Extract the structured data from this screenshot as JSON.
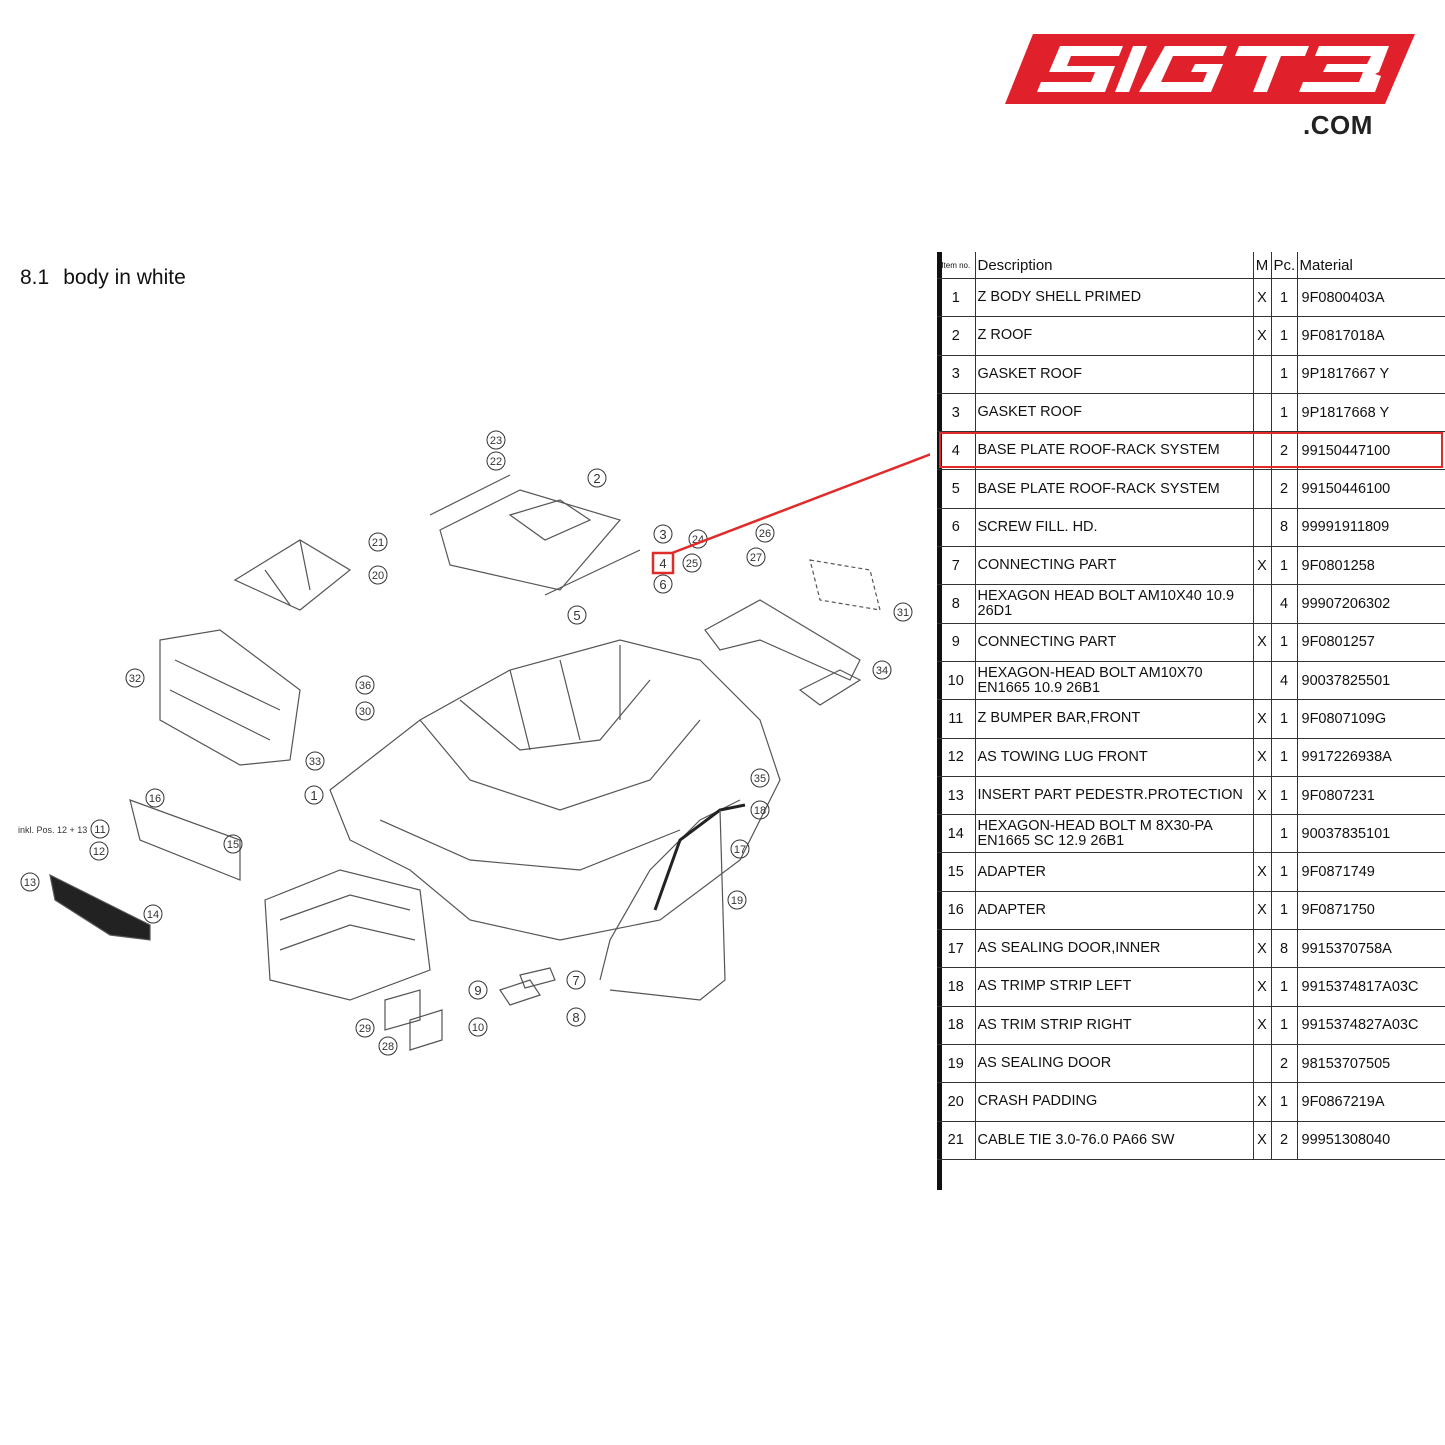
{
  "brand": {
    "logo_text": "SIGT3",
    "domain": ".COM",
    "color": "#e0202a"
  },
  "section": {
    "number": "8.1",
    "title": "body in white"
  },
  "diagram": {
    "callouts": [
      "1",
      "2",
      "3",
      "4",
      "5",
      "6",
      "7",
      "8",
      "9",
      "10",
      "11",
      "12",
      "13",
      "14",
      "15",
      "16",
      "17",
      "18",
      "19",
      "20",
      "21",
      "22",
      "23",
      "24",
      "25",
      "26",
      "27",
      "28",
      "29",
      "30",
      "31",
      "32",
      "33",
      "34",
      "35",
      "36"
    ],
    "note": "inkl. Pos. 12 + 13",
    "highlighted_callout": "4",
    "highlight_color": "#e02b2b"
  },
  "table": {
    "headers": {
      "item": "Item no.",
      "description": "Description",
      "m": "M",
      "pc": "Pc.",
      "material": "Material"
    },
    "rows": [
      {
        "item": "1",
        "desc": "Z BODY SHELL PRIMED",
        "m": "X",
        "pc": "1",
        "material": "9F0800403A"
      },
      {
        "item": "2",
        "desc": "Z ROOF",
        "m": "X",
        "pc": "1",
        "material": "9F0817018A"
      },
      {
        "item": "3",
        "desc": "GASKET ROOF",
        "m": "",
        "pc": "1",
        "material": "9P1817667 Y"
      },
      {
        "item": "3",
        "desc": "GASKET ROOF",
        "m": "",
        "pc": "1",
        "material": "9P1817668 Y"
      },
      {
        "item": "4",
        "desc": "BASE PLATE ROOF-RACK SYSTEM",
        "m": "",
        "pc": "2",
        "material": "99150447100"
      },
      {
        "item": "5",
        "desc": "BASE PLATE ROOF-RACK SYSTEM",
        "m": "",
        "pc": "2",
        "material": "99150446100"
      },
      {
        "item": "6",
        "desc": "SCREW FILL. HD.",
        "m": "",
        "pc": "8",
        "material": "99991911809"
      },
      {
        "item": "7",
        "desc": "CONNECTING PART",
        "m": "X",
        "pc": "1",
        "material": "9F0801258"
      },
      {
        "item": "8",
        "desc": "HEXAGON HEAD BOLT AM10X40 10.9 26D1",
        "m": "",
        "pc": "4",
        "material": "99907206302"
      },
      {
        "item": "9",
        "desc": "CONNECTING PART",
        "m": "X",
        "pc": "1",
        "material": "9F0801257"
      },
      {
        "item": "10",
        "desc": "HEXAGON-HEAD BOLT AM10X70 EN1665 10.9 26B1",
        "m": "",
        "pc": "4",
        "material": "90037825501"
      },
      {
        "item": "11",
        "desc": "Z BUMPER BAR,FRONT",
        "m": "X",
        "pc": "1",
        "material": "9F0807109G"
      },
      {
        "item": "12",
        "desc": "AS TOWING LUG FRONT",
        "m": "X",
        "pc": "1",
        "material": "9917226938A"
      },
      {
        "item": "13",
        "desc": "INSERT PART PEDESTR.PROTECTION",
        "m": "X",
        "pc": "1",
        "material": "9F0807231"
      },
      {
        "item": "14",
        "desc": "HEXAGON-HEAD BOLT M 8X30-PA EN1665 SC 12.9 26B1",
        "m": "",
        "pc": "1",
        "material": "90037835101"
      },
      {
        "item": "15",
        "desc": "ADAPTER",
        "m": "X",
        "pc": "1",
        "material": "9F0871749"
      },
      {
        "item": "16",
        "desc": "ADAPTER",
        "m": "X",
        "pc": "1",
        "material": "9F0871750"
      },
      {
        "item": "17",
        "desc": "AS SEALING DOOR,INNER",
        "m": "X",
        "pc": "8",
        "material": "9915370758A"
      },
      {
        "item": "18",
        "desc": "AS TRIMP STRIP LEFT",
        "m": "X",
        "pc": "1",
        "material": "9915374817A03C"
      },
      {
        "item": "18",
        "desc": "AS TRIM STRIP RIGHT",
        "m": "X",
        "pc": "1",
        "material": "9915374827A03C"
      },
      {
        "item": "19",
        "desc": "AS SEALING DOOR",
        "m": "",
        "pc": "2",
        "material": "98153707505"
      },
      {
        "item": "20",
        "desc": "CRASH PADDING",
        "m": "X",
        "pc": "1",
        "material": "9F0867219A"
      },
      {
        "item": "21",
        "desc": "CABLE TIE 3.0-76.0 PA66 SW",
        "m": "X",
        "pc": "2",
        "material": "99951308040"
      }
    ],
    "highlighted_row_item": "4"
  }
}
